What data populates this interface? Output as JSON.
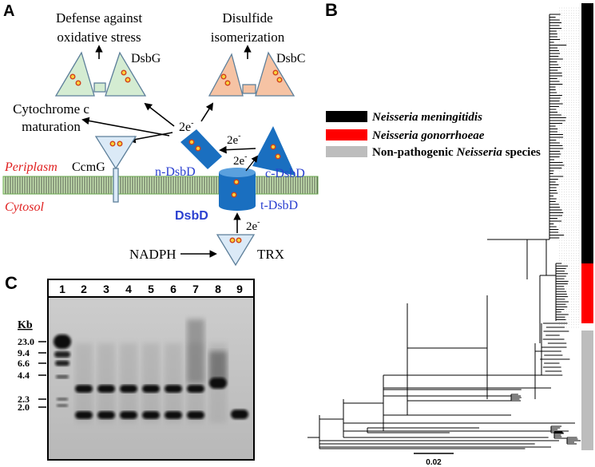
{
  "panel_a": {
    "label": "A",
    "dsbg_function": [
      "Defense against",
      "oxidative stress"
    ],
    "dsbc_function": [
      "Disulfide",
      "isomerization"
    ],
    "dsbg": "DsbG",
    "dsbc": "DsbC",
    "cytochrome": [
      "Cytochrome c",
      "maturation"
    ],
    "electrons": "2e",
    "electron_sup": "-",
    "periplasm": "Periplasm",
    "cytosol": "Cytosol",
    "ccmg": "CcmG",
    "n_dsbd": "n-DsbD",
    "c_dsbd": "c-DsbD",
    "t_dsbd": "t-DsbD",
    "dsbd": "DsbD",
    "nadph": "NADPH",
    "trx": "TRX",
    "colors": {
      "red_label": "#e02020",
      "blue_label": "#2a3fd0",
      "dsbd_blue": "#1a6fc0",
      "triangle_green": "#d4ecd2",
      "triangle_orange": "#f6c3a4",
      "membrane_green": "#c9e6b3"
    }
  },
  "panel_b": {
    "label": "B",
    "legend": [
      {
        "label": "Neisseria meningitidis",
        "color": "#000000",
        "italic": true
      },
      {
        "label": "Neisseria gonorrhoeae",
        "color": "#ff0000",
        "italic": true
      },
      {
        "label_italic": "",
        "label_prefix": "Non-pathogenic ",
        "label_ital": "Neisseria",
        "label_suffix": " species",
        "color": "#bdbdbd"
      }
    ],
    "scale_bar": "0.02"
  },
  "panel_c": {
    "label": "C",
    "lanes": [
      "1",
      "2",
      "3",
      "4",
      "5",
      "6",
      "7",
      "8",
      "9"
    ],
    "kb_label": "Kb",
    "markers": [
      "23.0",
      "9.4",
      "6.6",
      "4.4",
      "2.3",
      "2.0"
    ]
  }
}
